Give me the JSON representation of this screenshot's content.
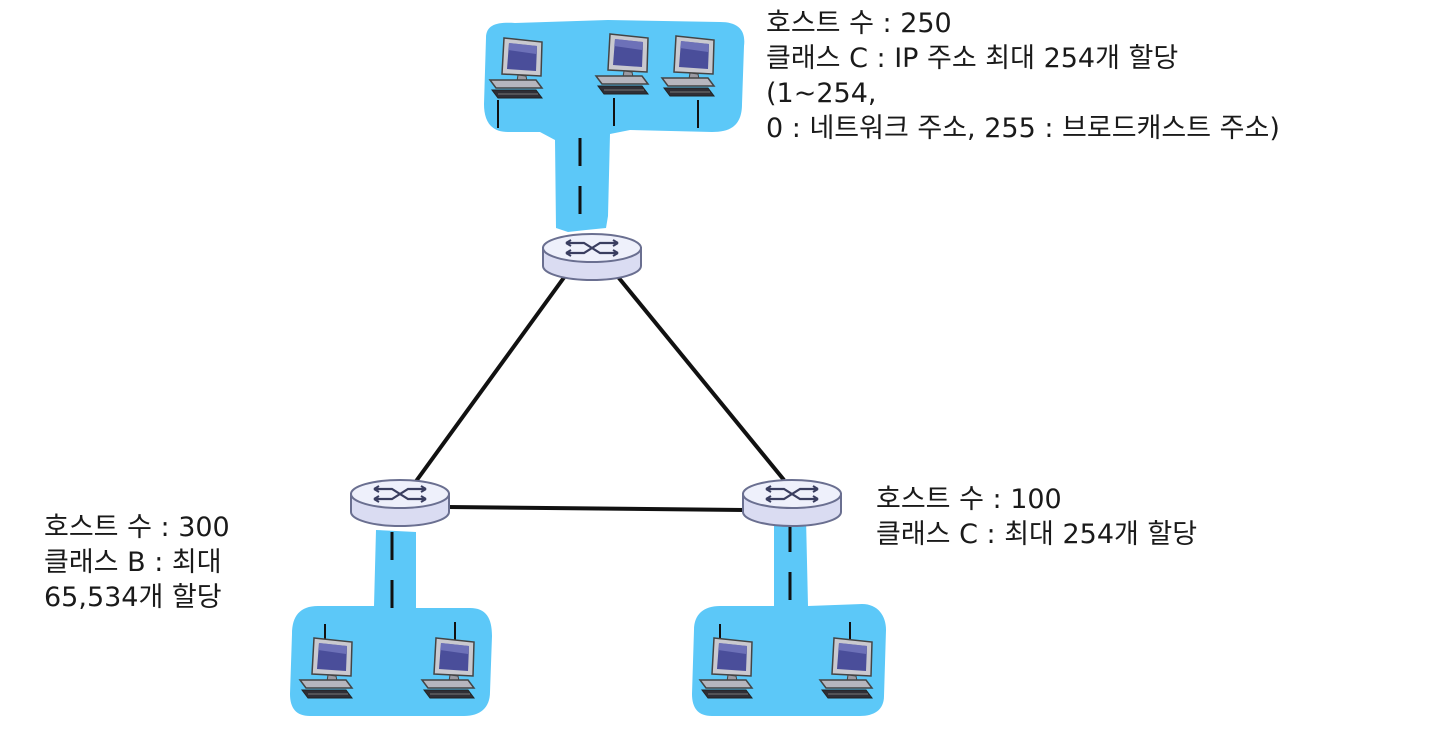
{
  "colors": {
    "lan": "#5cc8f8",
    "router_body": "#dadcf2",
    "router_top": "#eef0fb",
    "router_outline": "#6a6f90",
    "link": "#111111",
    "screen": "#4a4e9a"
  },
  "icons": {
    "router": "router-icon",
    "computer": "desktop-computer-icon"
  },
  "labels": {
    "top": [
      "호스트 수 : 250",
      "클래스 C : IP 주소 최대 254개 할당",
      "(1~254,",
      "0 : 네트워크 주소, 255 : 브로드캐스트 주소)"
    ],
    "left": [
      "호스트 수 : 300",
      "클래스 B : 최대",
      "65,534개 할당"
    ],
    "right": [
      "호스트 수 : 100",
      "클래스 C : 최대 254개 할당"
    ]
  }
}
